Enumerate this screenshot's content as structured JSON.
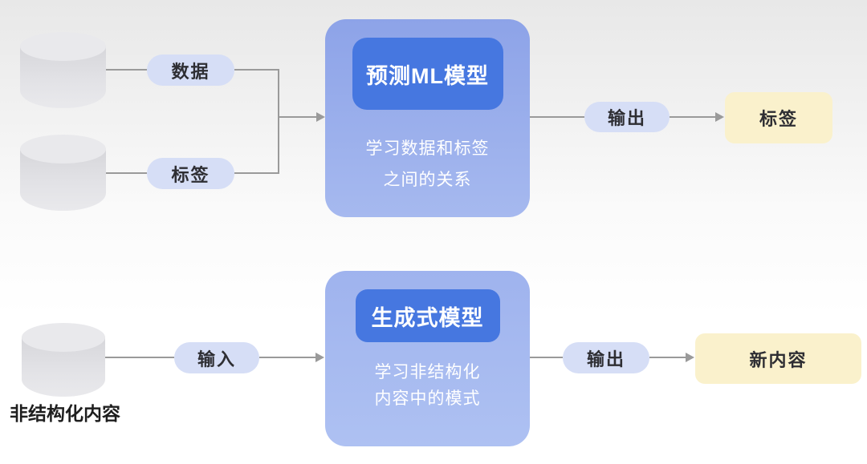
{
  "diagram": {
    "predictive_flow": {
      "data_pill": "数据",
      "label_pill": "标签",
      "model_title": "预测ML模型",
      "model_desc_line1": "学习数据和标签",
      "model_desc_line2": "之间的关系",
      "output_pill": "输出",
      "result_box": "标签"
    },
    "generative_flow": {
      "source_label": "非结构化内容",
      "input_pill": "输入",
      "model_title": "生成式模型",
      "model_desc_line1": "学习非结构化",
      "model_desc_line2": "内容中的模式",
      "output_pill": "输出",
      "result_box": "新内容"
    },
    "colors": {
      "model_box_blue_top": "#8DA3E8",
      "model_box_blue_bottom": "#AEC1F2",
      "model_title_blue": "#4677E0",
      "pill_blue": "#D6DEF6",
      "result_yellow": "#FAF1CC",
      "cylinder_gray": "#E2E2E6",
      "connector_gray": "#9A9A9A",
      "text_dark": "#2E2E33",
      "text_white": "#FFFFFF"
    }
  }
}
